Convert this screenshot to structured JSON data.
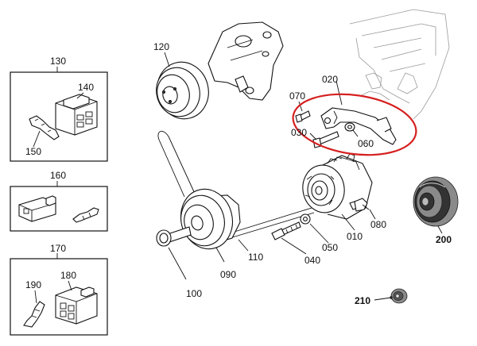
{
  "parts": {
    "p010": "010",
    "p020": "020",
    "p030": "030",
    "p040": "040",
    "p050": "050",
    "p060": "060",
    "p070": "070",
    "p080": "080",
    "p090": "090",
    "p100": "100",
    "p110": "110",
    "p120": "120",
    "p130": "130",
    "p140": "140",
    "p150": "150",
    "p160": "160",
    "p170": "170",
    "p180": "180",
    "p190": "190",
    "p200": "200",
    "p210": "210"
  },
  "colors": {
    "highlight": "#d62020",
    "ink": "#111111",
    "background": "#ffffff"
  }
}
